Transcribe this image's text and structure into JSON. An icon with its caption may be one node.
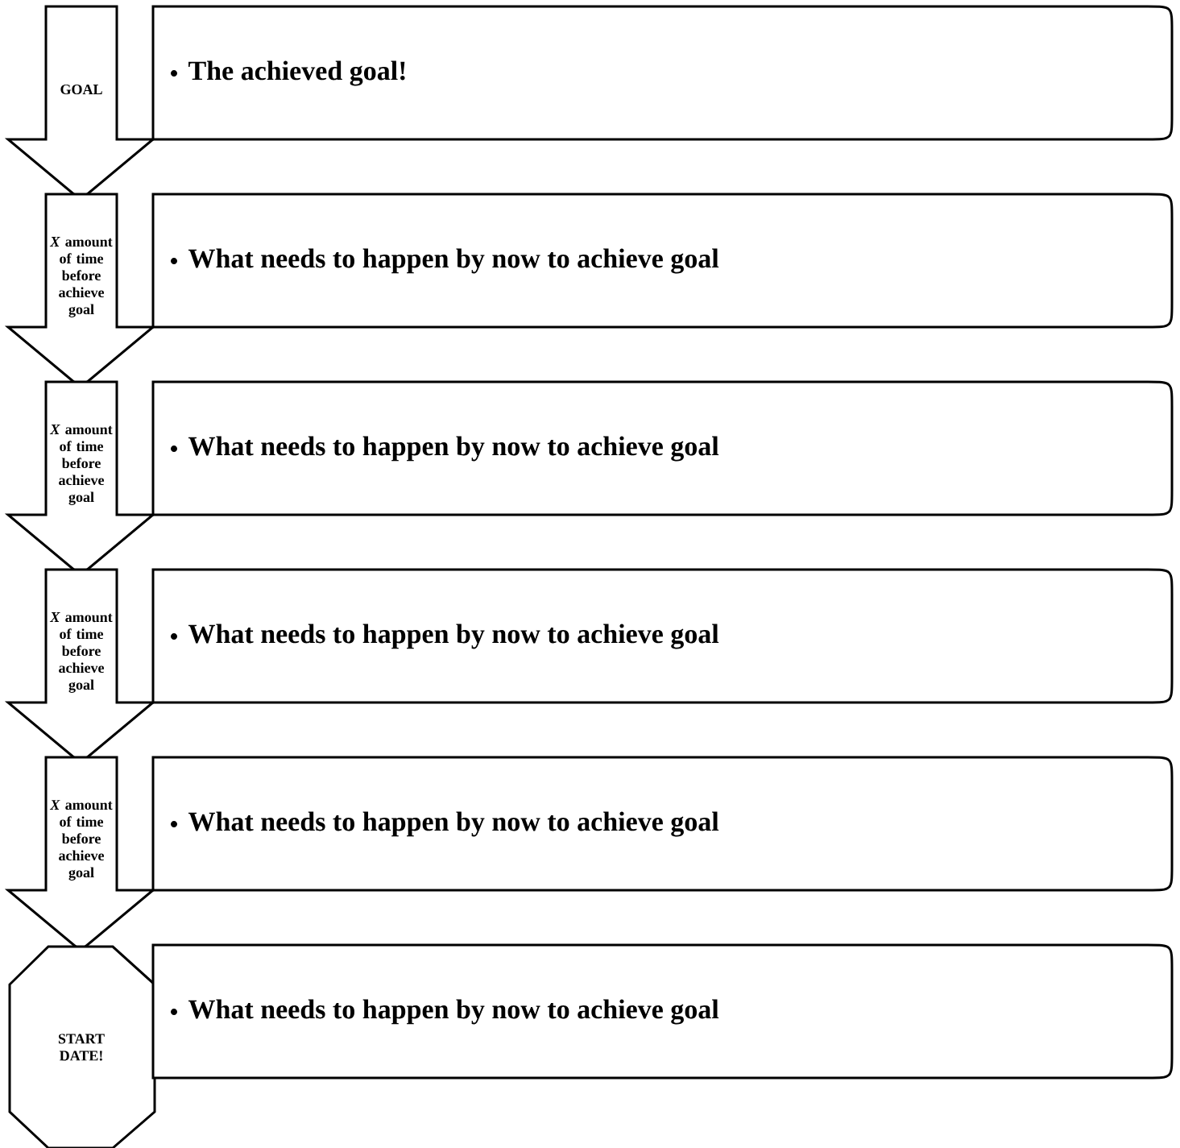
{
  "diagram": {
    "nodes": [
      {
        "text": [
          "GOAL"
        ]
      },
      {
        "text": [
          "The achieved goal!"
        ]
      },
      {
        "text": [
          "*X* amount of time before achieve goal"
        ]
      },
      {
        "text": [
          "What needs to happen by now to achieve goal"
        ]
      },
      {
        "text": [
          "*X* amount of time before achieve goal"
        ]
      },
      {
        "text": [
          "What needs to happen by now to achieve goal"
        ]
      },
      {
        "text": [
          "*X* amount of time before achieve goal"
        ]
      },
      {
        "text": [
          "What needs to happen by now to achieve goal"
        ]
      },
      {
        "text": [
          "*X* amount of time before achieve goal"
        ]
      },
      {
        "text": [
          "What needs to happen by now to achieve goal"
        ]
      },
      {
        "text": [
          "START DATE!"
        ]
      },
      {
        "text": [
          "What needs to happen by now to achieve goal"
        ]
      }
    ]
  }
}
